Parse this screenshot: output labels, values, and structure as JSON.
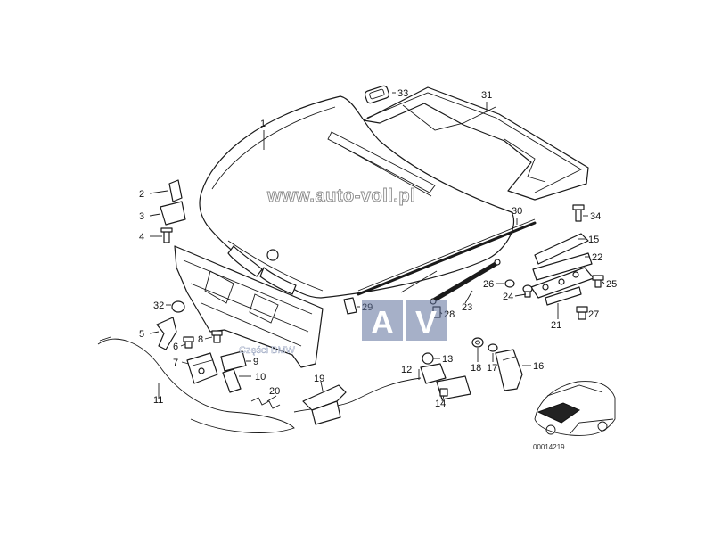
{
  "watermark": "www.auto-voll.pl",
  "logo": {
    "letter_a": "A",
    "letter_v": "V",
    "text": "Części BMW"
  },
  "reference_code": "00014219",
  "callouts": [
    {
      "id": "c1",
      "label": "1"
    },
    {
      "id": "c2",
      "label": "2"
    },
    {
      "id": "c3",
      "label": "3"
    },
    {
      "id": "c4",
      "label": "4"
    },
    {
      "id": "c5",
      "label": "5"
    },
    {
      "id": "c6",
      "label": "6"
    },
    {
      "id": "c7",
      "label": "7"
    },
    {
      "id": "c8",
      "label": "8"
    },
    {
      "id": "c9",
      "label": "9"
    },
    {
      "id": "c10",
      "label": "10"
    },
    {
      "id": "c11",
      "label": "11"
    },
    {
      "id": "c12",
      "label": "12"
    },
    {
      "id": "c13",
      "label": "13"
    },
    {
      "id": "c14",
      "label": "14"
    },
    {
      "id": "c15",
      "label": "15"
    },
    {
      "id": "c16",
      "label": "16"
    },
    {
      "id": "c17",
      "label": "17"
    },
    {
      "id": "c18",
      "label": "18"
    },
    {
      "id": "c19",
      "label": "19"
    },
    {
      "id": "c20",
      "label": "20"
    },
    {
      "id": "c21",
      "label": "21"
    },
    {
      "id": "c22",
      "label": "22"
    },
    {
      "id": "c23",
      "label": "23"
    },
    {
      "id": "c24",
      "label": "24"
    },
    {
      "id": "c25",
      "label": "25"
    },
    {
      "id": "c26",
      "label": "26"
    },
    {
      "id": "c27",
      "label": "27"
    },
    {
      "id": "c28",
      "label": "28"
    },
    {
      "id": "c29",
      "label": "29"
    },
    {
      "id": "c30",
      "label": "30"
    },
    {
      "id": "c31",
      "label": "31"
    },
    {
      "id": "c32",
      "label": "32"
    },
    {
      "id": "c33",
      "label": "33"
    },
    {
      "id": "c34",
      "label": "34"
    }
  ]
}
